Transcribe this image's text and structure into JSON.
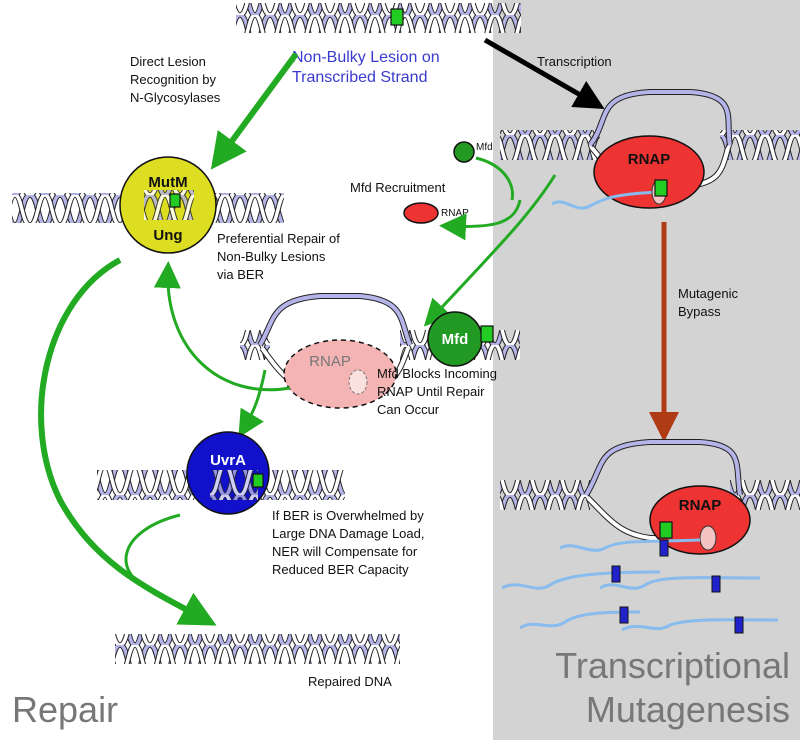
{
  "labels": {
    "lesion_line1": "Non-Bulky Lesion on",
    "lesion_line2": "Transcribed Strand",
    "direct_line1": "Direct Lesion",
    "direct_line2": "Recognition by",
    "direct_line3": "N-Glycosylases",
    "transcription": "Transcription",
    "mfd_small": "Mfd",
    "mfd_recruitment": "Mfd Recruitment",
    "rnap_small": "RNAP",
    "rnap": "RNAP",
    "mutm": "MutM",
    "ung": "Ung",
    "pref_line1": "Preferential Repair of",
    "pref_line2": "Non-Bulky Lesions",
    "pref_line3": "via BER",
    "mfd": "Mfd",
    "blocks_line1": "Mfd Blocks Incoming",
    "blocks_line2": "RNAP Until Repair",
    "blocks_line3": "Can Occur",
    "mutagenic_line1": "Mutagenic",
    "mutagenic_line2": "Bypass",
    "uvra": "UvrA",
    "ber_line1": "If BER is Overwhelmed by",
    "ber_line2": "Large DNA Damage Load,",
    "ber_line3": "NER will Compensate for",
    "ber_line4": "Reduced BER Capacity",
    "repaired": "Repaired DNA",
    "repair": "Repair",
    "tm_line1": "Transcriptional",
    "tm_line2": "Mutagenesis"
  },
  "colors": {
    "panel_gray": "#d3d3d3",
    "helix_purple": "#b4b4e8",
    "helix_stroke": "#222222",
    "arrow_green": "#22aa22",
    "arrow_black": "#000000",
    "arrow_brown": "#b03a14",
    "lesion_green": "#22cc22",
    "rnap_red": "#ee3333",
    "rnap_faded": "#f4b4b4",
    "mfd_green": "#229922",
    "mutm_yellow": "#dddd22",
    "uvra_blue": "#1111cc",
    "rna_blue": "#88bbee",
    "mutation_blue": "#2222cc"
  }
}
